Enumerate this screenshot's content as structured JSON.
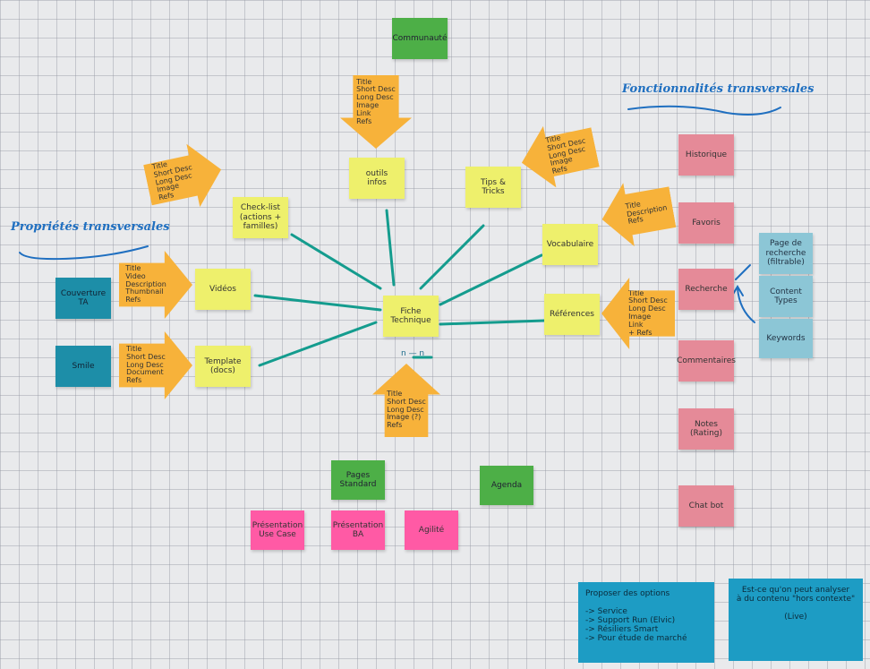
{
  "headings": {
    "left": "Propriétés transversales",
    "right": "Fonctionnalités transversales"
  },
  "notes": {
    "communaute": "Communauté",
    "outils": "outils\ninfos",
    "tips": "Tips &\nTricks",
    "checklist": "Check-list\n(actions +\nfamilles)",
    "videos": "Vidéos",
    "template": "Template\n(docs)",
    "fiche": "Fiche\nTechnique",
    "vocabulaire": "Vocabulaire",
    "references": "Références",
    "prop1": "Couverture\nTA",
    "prop2": "Smile",
    "pages_std": "Pages\nStandard",
    "agenda": "Agenda",
    "pres1": "Présentation\nUse Case",
    "pres2": "Présentation\nBA",
    "agilite": "Agilité",
    "historique": "Historique",
    "favoris": "Favoris",
    "recherche": "Recherche",
    "commentaires": "Commentaires",
    "notes_rating": "Notes\n(Rating)",
    "chatbot": "Chat bot",
    "page_recherche": "Page de\nrecherche\n(filtrable)",
    "content_types": "Content\nTypes",
    "keywords": "Keywords",
    "small_label": "n — n"
  },
  "arrows": {
    "top": "Title\nShort Desc\nLong Desc\nImage\nLink\nRefs",
    "upper_left": "Title\nShort Desc\nLong Desc\nImage\nRefs",
    "video": "Title\nVideo\nDescription\nThumbnail\nRefs",
    "template": "Title\nShort Desc\nLong Desc\nDocument\nRefs",
    "bottom": "Title\nShort Desc\nLong Desc\nImage (?)\nRefs",
    "upper_right": "Title\nShort Desc\nLong Desc\nImage\nRefs",
    "vocab": "Title\nDescription\nRefs",
    "references": "Title\nShort Desc\nLong Desc\nImage\nLink\n+ Refs"
  },
  "bignotes": {
    "options": "Proposer des options\n\n-> Service\n-> Support Run (Elvic)\n-> Résiliers Smart\n-> Pour étude de marché",
    "question": "Est-ce qu'on peut analyser\nà du contenu \"hors contexte\"\n\n(Live)"
  },
  "colors": {
    "yellow": "#eef06c",
    "green": "#4daf47",
    "pink": "#ff5aa5",
    "orange": "#f7b23a",
    "teal_line": "#149c8e",
    "ink_blue": "#1f6fc0"
  }
}
